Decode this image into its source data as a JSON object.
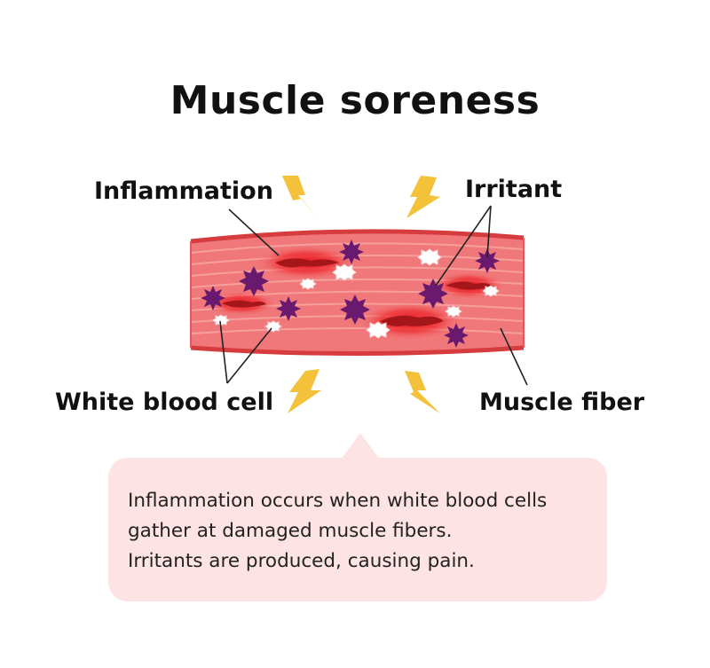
{
  "title": "Muscle soreness",
  "labels": {
    "inflammation": "Inflammation",
    "irritant": "Irritant",
    "white_blood_cell": "White blood cell",
    "muscle_fiber": "Muscle fiber"
  },
  "explanation": [
    "Inflammation occurs when white blood cells",
    "gather at damaged muscle fibers.",
    "Irritants are produced, causing pain."
  ],
  "colors": {
    "muscle": "#f0787a",
    "muscle_edge": "#d63b3e",
    "inflammation": "#e8101a",
    "irritant": "#6a1a6e",
    "white_blood_cell": "#ffffff",
    "pain_bolt": "#f3c23a",
    "bubble": "#fde3e3"
  },
  "icons": [
    "lightning-bolt-icon",
    "irritant-particle-icon",
    "white-blood-cell-icon"
  ]
}
